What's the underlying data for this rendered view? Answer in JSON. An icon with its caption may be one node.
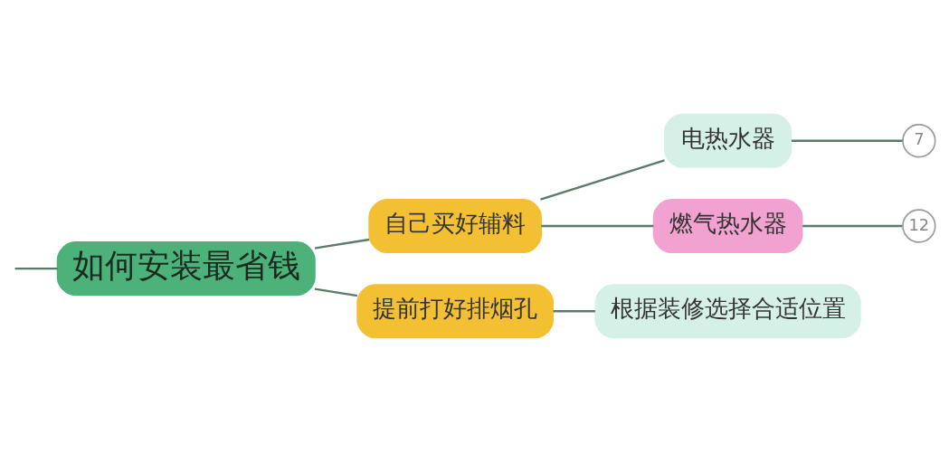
{
  "diagram": {
    "nodes": [
      {
        "text": [
          "如何安装最省钱"
        ]
      },
      {
        "text": [
          "自己买好辅料"
        ]
      },
      {
        "text": [
          "电热水器"
        ]
      },
      {
        "text": [
          "7"
        ]
      },
      {
        "text": [
          "燃气热水器"
        ]
      },
      {
        "text": [
          "12"
        ]
      },
      {
        "text": [
          "提前打好排烟孔"
        ]
      },
      {
        "text": [
          "根据装修选择合适位置"
        ]
      }
    ],
    "edges": [
      {
        "from": null,
        "to": 0,
        "arrow": "none"
      },
      {
        "from": 0,
        "to": 1,
        "arrow": "none"
      },
      {
        "from": 1,
        "to": 2,
        "arrow": "none"
      },
      {
        "from": 2,
        "to": 3,
        "arrow": "none"
      },
      {
        "from": 1,
        "to": 4,
        "arrow": "none"
      },
      {
        "from": 4,
        "to": 5,
        "arrow": "none"
      },
      {
        "from": 0,
        "to": 6,
        "arrow": "none"
      },
      {
        "from": 6,
        "to": 7,
        "arrow": "none"
      }
    ]
  }
}
